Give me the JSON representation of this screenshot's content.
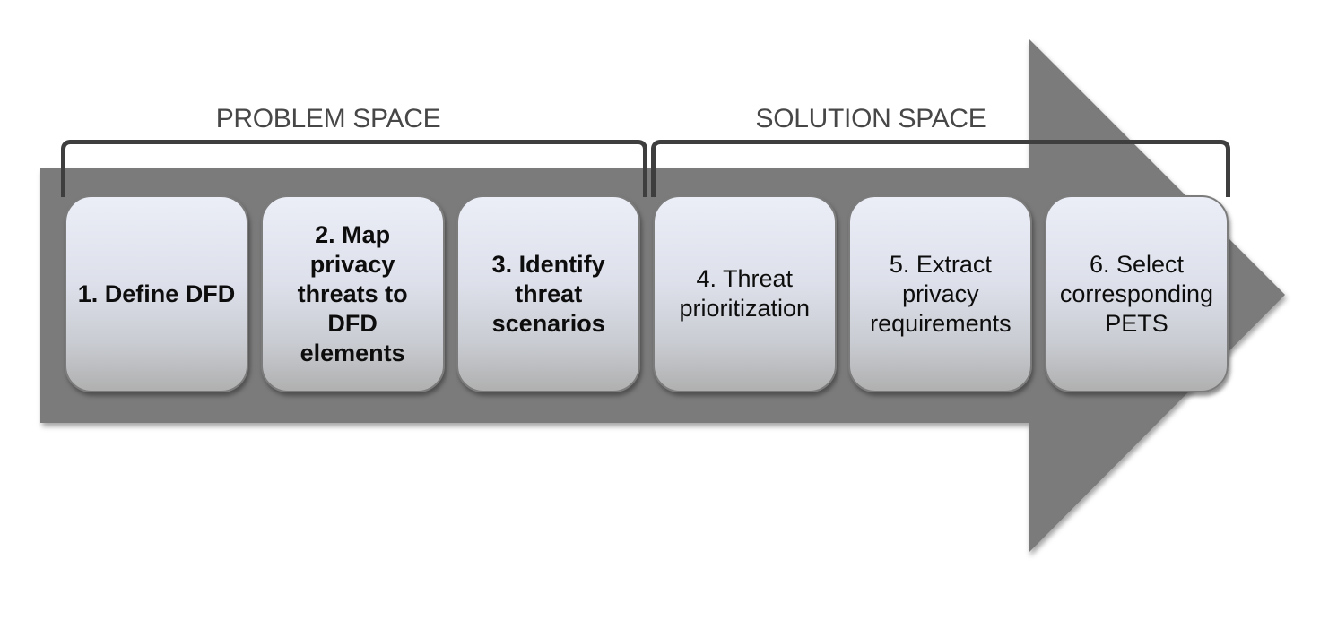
{
  "colors": {
    "background": "#ffffff",
    "arrow_gray": "#7b7b7b",
    "bracket_dark": "#3e3e3e",
    "label_gray": "#474747",
    "box_border": "#7c7c7c",
    "box_gradient_top": "#ebeef7",
    "box_gradient_mid": "#dde0ea",
    "box_gradient_bottom": "#b0b0b0",
    "step_text": "#0d0d0d"
  },
  "sections": [
    {
      "id": "problem",
      "label": "PROBLEM SPACE"
    },
    {
      "id": "solution",
      "label": "SOLUTION SPACE"
    }
  ],
  "steps": [
    {
      "label": "1. Define DFD",
      "bold": true,
      "section": "PROBLEM SPACE"
    },
    {
      "label": "2. Map\nprivacy\nthreats to\nDFD\nelements",
      "bold": true,
      "section": "PROBLEM SPACE"
    },
    {
      "label": "3. Identify\nthreat\nscenarios",
      "bold": true,
      "section": "PROBLEM SPACE"
    },
    {
      "label": "4. Threat\nprioritization",
      "bold": false,
      "section": "SOLUTION SPACE"
    },
    {
      "label": "5. Extract\nprivacy\nrequirements",
      "bold": false,
      "section": "SOLUTION SPACE"
    },
    {
      "label": "6. Select\ncorresponding\nPETS",
      "bold": false,
      "section": "SOLUTION SPACE"
    }
  ]
}
